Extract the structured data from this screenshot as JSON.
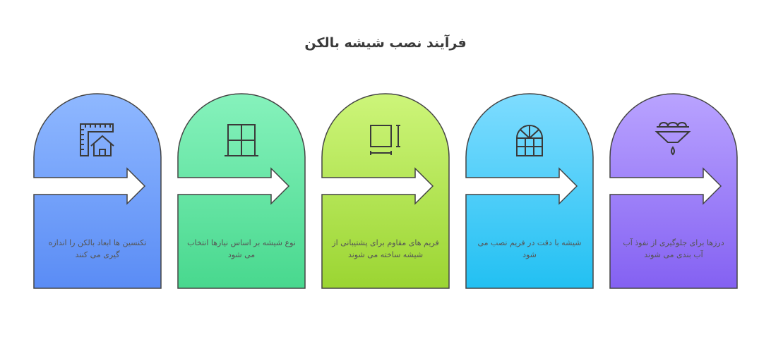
{
  "title": "فرآیند نصب شیشه بالکن",
  "steps": [
    {
      "icon": "house-measure-icon",
      "text": "تکنسین ها ابعاد بالکن را اندازه گیری می کنند",
      "color_top": "#8fb8ff",
      "color_bottom": "#5a8cf5"
    },
    {
      "icon": "window-pane-icon",
      "text": "نوع شیشه بر اساس نیازها انتخاب می شود",
      "color_top": "#86f2bc",
      "color_bottom": "#48d88e"
    },
    {
      "icon": "frame-measure-icon",
      "text": "فریم های مقاوم برای پشتیبانی از شیشه ساخته می شوند",
      "color_top": "#cdf57a",
      "color_bottom": "#9bd532"
    },
    {
      "icon": "arched-window-icon",
      "text": "شیشه با دقت در فریم نصب می شود",
      "color_top": "#7edcff",
      "color_bottom": "#22c0f2"
    },
    {
      "icon": "seal-drop-icon",
      "text": "درزها برای جلوگیری از نفوذ آب آب بندی می شوند",
      "color_top": "#b9a3ff",
      "color_bottom": "#8461f2"
    }
  ]
}
